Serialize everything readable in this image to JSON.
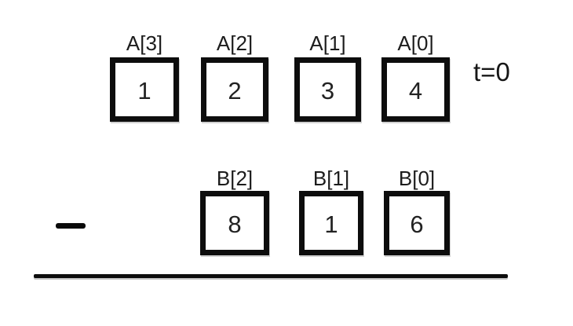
{
  "diagram": {
    "kind": "array-subtraction",
    "time_label": "t=0",
    "operator": "−",
    "colors": {
      "background": "#ffffff",
      "box_border": "#0d0d0d",
      "text": "#1a1a1a"
    },
    "minuend": {
      "array_name": "A",
      "cells": [
        {
          "label": "A[3]",
          "value": "1"
        },
        {
          "label": "A[2]",
          "value": "2"
        },
        {
          "label": "A[1]",
          "value": "3"
        },
        {
          "label": "A[0]",
          "value": "4"
        }
      ]
    },
    "subtrahend": {
      "array_name": "B",
      "cells": [
        {
          "label": "B[2]",
          "value": "8"
        },
        {
          "label": "B[1]",
          "value": "1"
        },
        {
          "label": "B[0]",
          "value": "6"
        }
      ]
    }
  }
}
